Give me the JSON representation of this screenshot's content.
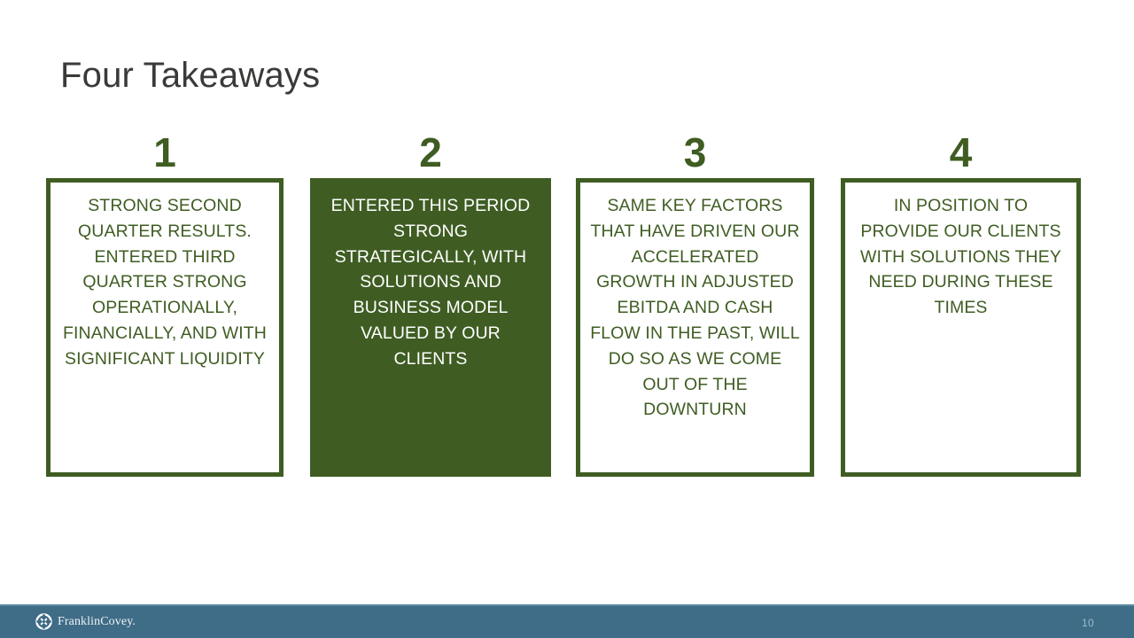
{
  "slide": {
    "title": "Four Takeaways",
    "background_color": "#FFFFFF",
    "accent_green": "#3F5D23",
    "footer_blue": "#3F6C87"
  },
  "takeaways": [
    {
      "number": "1",
      "text": "STRONG SECOND QUARTER RESULTS. ENTERED THIRD QUARTER STRONG OPERATIONALLY, FINANCIALLY, AND WITH SIGNIFICANT LIQUIDITY",
      "style": "outline"
    },
    {
      "number": "2",
      "text": "ENTERED THIS PERIOD STRONG STRATEGICALLY, WITH SOLUTIONS AND BUSINESS MODEL VALUED BY OUR CLIENTS",
      "style": "filled"
    },
    {
      "number": "3",
      "text": "SAME KEY FACTORS THAT HAVE DRIVEN OUR ACCELERATED GROWTH IN ADJUSTED EBITDA AND CASH FLOW IN THE PAST, WILL DO SO AS WE COME OUT OF THE DOWNTURN",
      "style": "outline"
    },
    {
      "number": "4",
      "text": "IN POSITION TO PROVIDE OUR CLIENTS WITH SOLUTIONS THEY NEED DURING THESE TIMES",
      "style": "outline"
    }
  ],
  "footer": {
    "logo_icon": "franklincovey-compass-icon",
    "logo_wordmark": "FranklinCovey.",
    "page_number": "10"
  }
}
